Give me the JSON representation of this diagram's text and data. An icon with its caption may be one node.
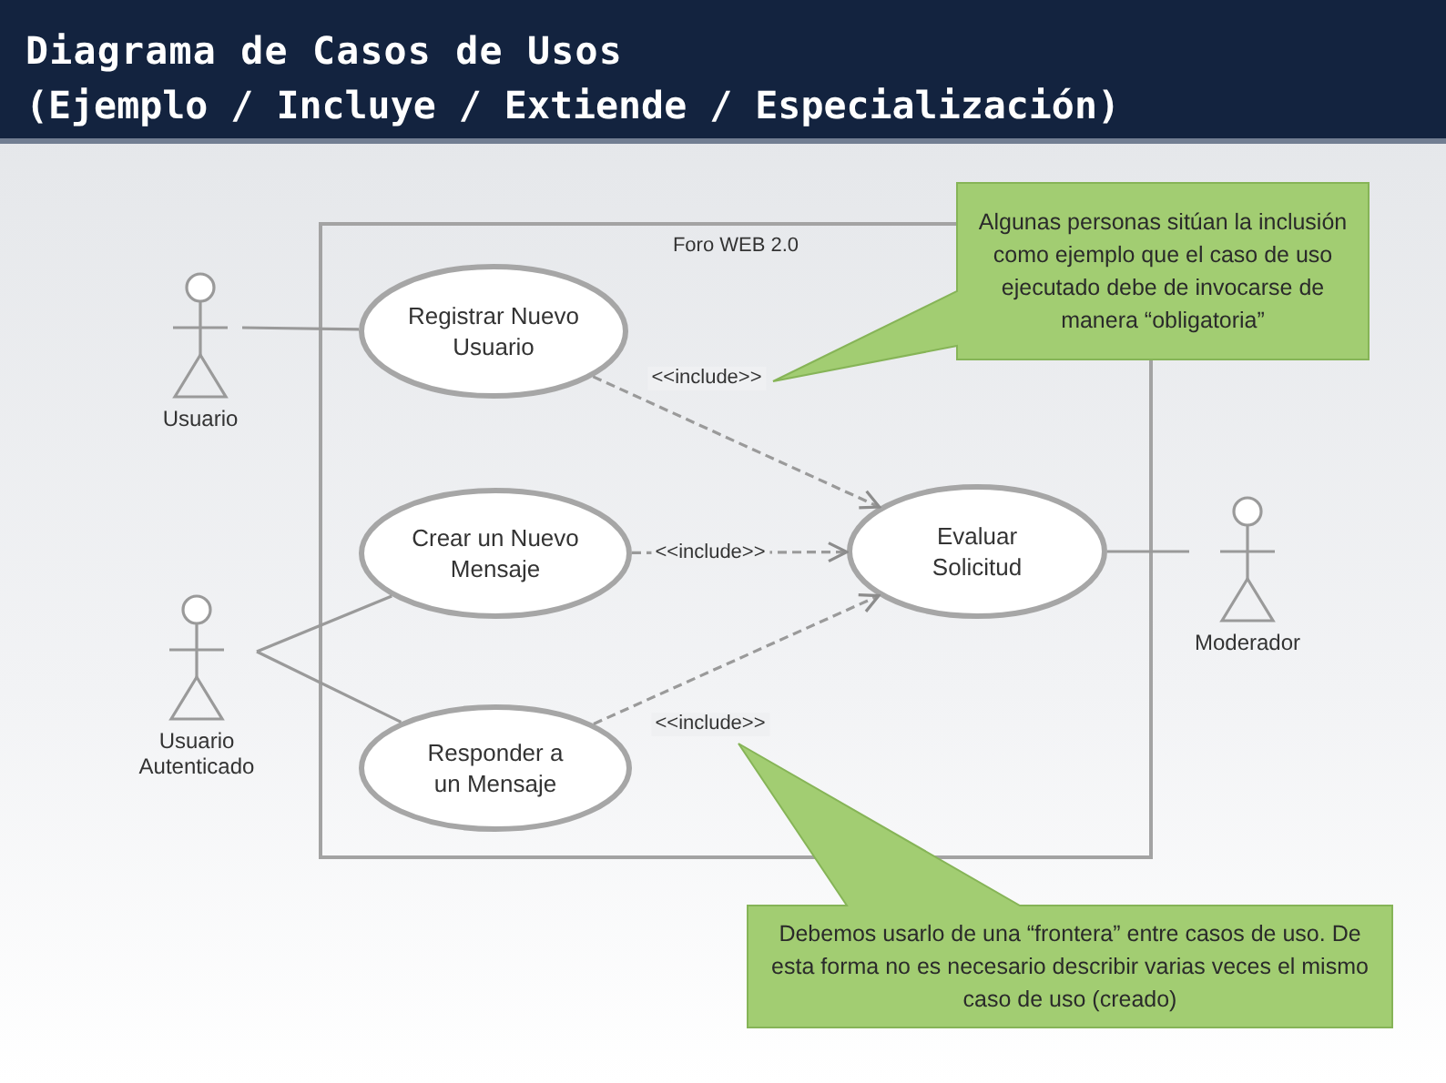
{
  "diagram": {
    "title": "Diagrama de Casos de Usos",
    "nodes": [
      {
        "text": [
          "Usuario"
        ]
      },
      {
        "text": [
          "Foro WEB 2.0"
        ]
      },
      {
        "text": [
          "Registrar Nuevo Usuario"
        ],
        "in": 1
      },
      {
        "text": [
          "Crear un Nuevo Mensaje"
        ],
        "in": 1
      },
      {
        "text": [
          "Responder a un Mensaje"
        ],
        "in": 1
      },
      {
        "text": [
          "Evaluar Solicitud"
        ],
        "in": 1
      },
      {
        "text": [
          "Usuario Autenticado"
        ]
      },
      {
        "text": [
          "Moderador"
        ]
      },
      {
        "text": [
          "Algunas personas sitúan la inclusión como ejemplo que el caso de uso ejecutado debe de invocarse de manera “obligatoria”"
        ]
      },
      {
        "text": [
          "Debemos usarlo de una “frontera” entre casos de uso. De esta forma no es necesario describir varias veces el mismo caso de uso (creado)"
        ]
      }
    ],
    "edges": [
      {
        "from": 0,
        "to": 2,
        "arrow": "none"
      },
      {
        "from": 6,
        "to": 3,
        "arrow": "none"
      },
      {
        "from": 6,
        "to": 4,
        "arrow": "none"
      },
      {
        "from": 7,
        "to": 5,
        "arrow": "none"
      },
      {
        "from": 2,
        "to": 5,
        "arrow": "to",
        "label": "<<include>>",
        "style": "dashed"
      },
      {
        "from": 3,
        "to": 5,
        "arrow": "to",
        "label": "<<include>>",
        "style": "dashed"
      },
      {
        "from": 4,
        "to": 5,
        "arrow": "to",
        "label": "<<include>>",
        "style": "dashed"
      }
    ],
    "labels": [
      "(Ejemplo / Incluye / Extiende / Especialización)"
    ]
  }
}
